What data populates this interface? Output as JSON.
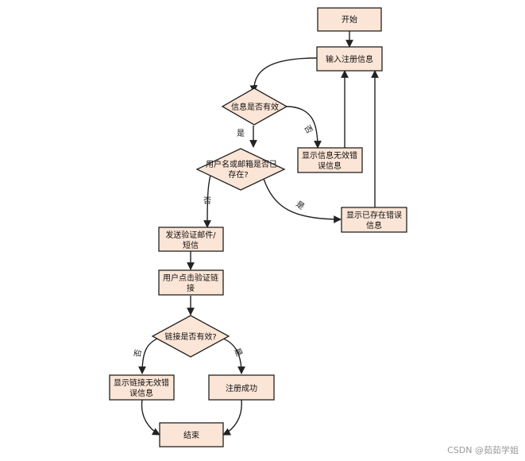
{
  "colors": {
    "box_fill": "#fbe5d6",
    "stroke": "#222222",
    "background": "#ffffff"
  },
  "nodes": {
    "start": "开始",
    "input_info": "输入注册信息",
    "info_valid": "信息是否有效",
    "show_invalid_info": [
      "显示信息无效错",
      "误信息"
    ],
    "user_exists": [
      "用户名或邮箱是否已",
      "存在?"
    ],
    "show_exists": [
      "显示已存在错误",
      "信息"
    ],
    "send_mail": [
      "发送验证邮件/",
      "短信"
    ],
    "user_click": [
      "用户点击验证链",
      "接"
    ],
    "link_valid": "链接是否有效?",
    "show_link_invalid": [
      "显示链接无效错",
      "误信息"
    ],
    "register_success": "注册成功",
    "end": "结束"
  },
  "edge_labels": {
    "info_no": "否",
    "info_yes": "是",
    "exists_no": "否",
    "exists_yes": "是",
    "link_no": "否",
    "link_yes": "是"
  },
  "watermark": "CSDN @茹茹学姐"
}
